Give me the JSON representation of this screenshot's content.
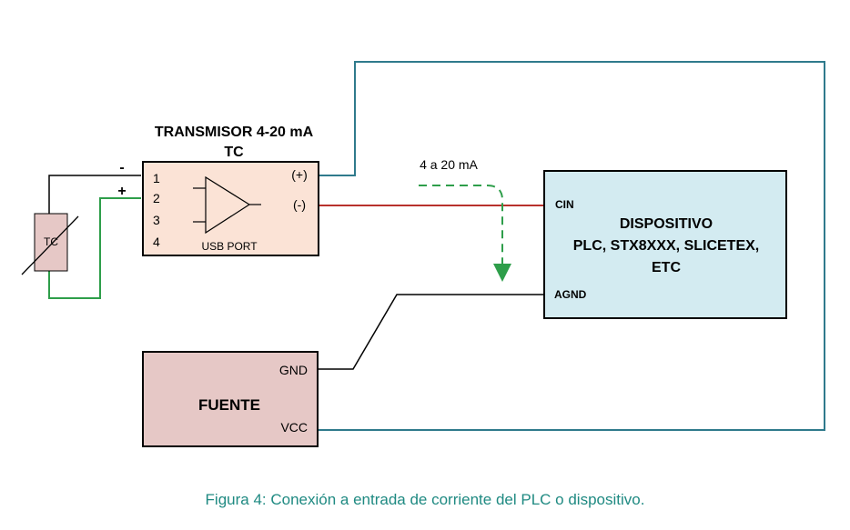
{
  "transmitter": {
    "title_line1": "TRANSMISOR 4-20 mA",
    "title_line2": "TC",
    "pins": [
      "1",
      "2",
      "3",
      "4"
    ],
    "port_label": "USB PORT",
    "out_plus": "(+)",
    "out_minus": "(-)",
    "fill": "#fbe3d6"
  },
  "thermocouple": {
    "label": "TC",
    "minus_sign": "-",
    "plus_sign": "+",
    "fill": "#e6c8c6"
  },
  "current_label": "4 a 20 mA",
  "device": {
    "terminal_cin": "CIN",
    "terminal_agnd": "AGND",
    "title_line1": "DISPOSITIVO",
    "title_line2": "PLC, STX8XXX, SLICETEX,",
    "title_line3": "ETC",
    "fill": "#d3ebf1"
  },
  "source": {
    "title": "FUENTE",
    "terminal_gnd": "GND",
    "terminal_vcc": "VCC",
    "fill": "#e6c8c6"
  },
  "wire_colors": {
    "signal": "#b8312c",
    "ground": "#000000",
    "supply": "#2f7a8c",
    "thermocouple_plus": "#2e9e4a",
    "flow_arrow": "#2e9e4a"
  },
  "caption": "Figura 4: Conexión a entrada de corriente del PLC o dispositivo."
}
